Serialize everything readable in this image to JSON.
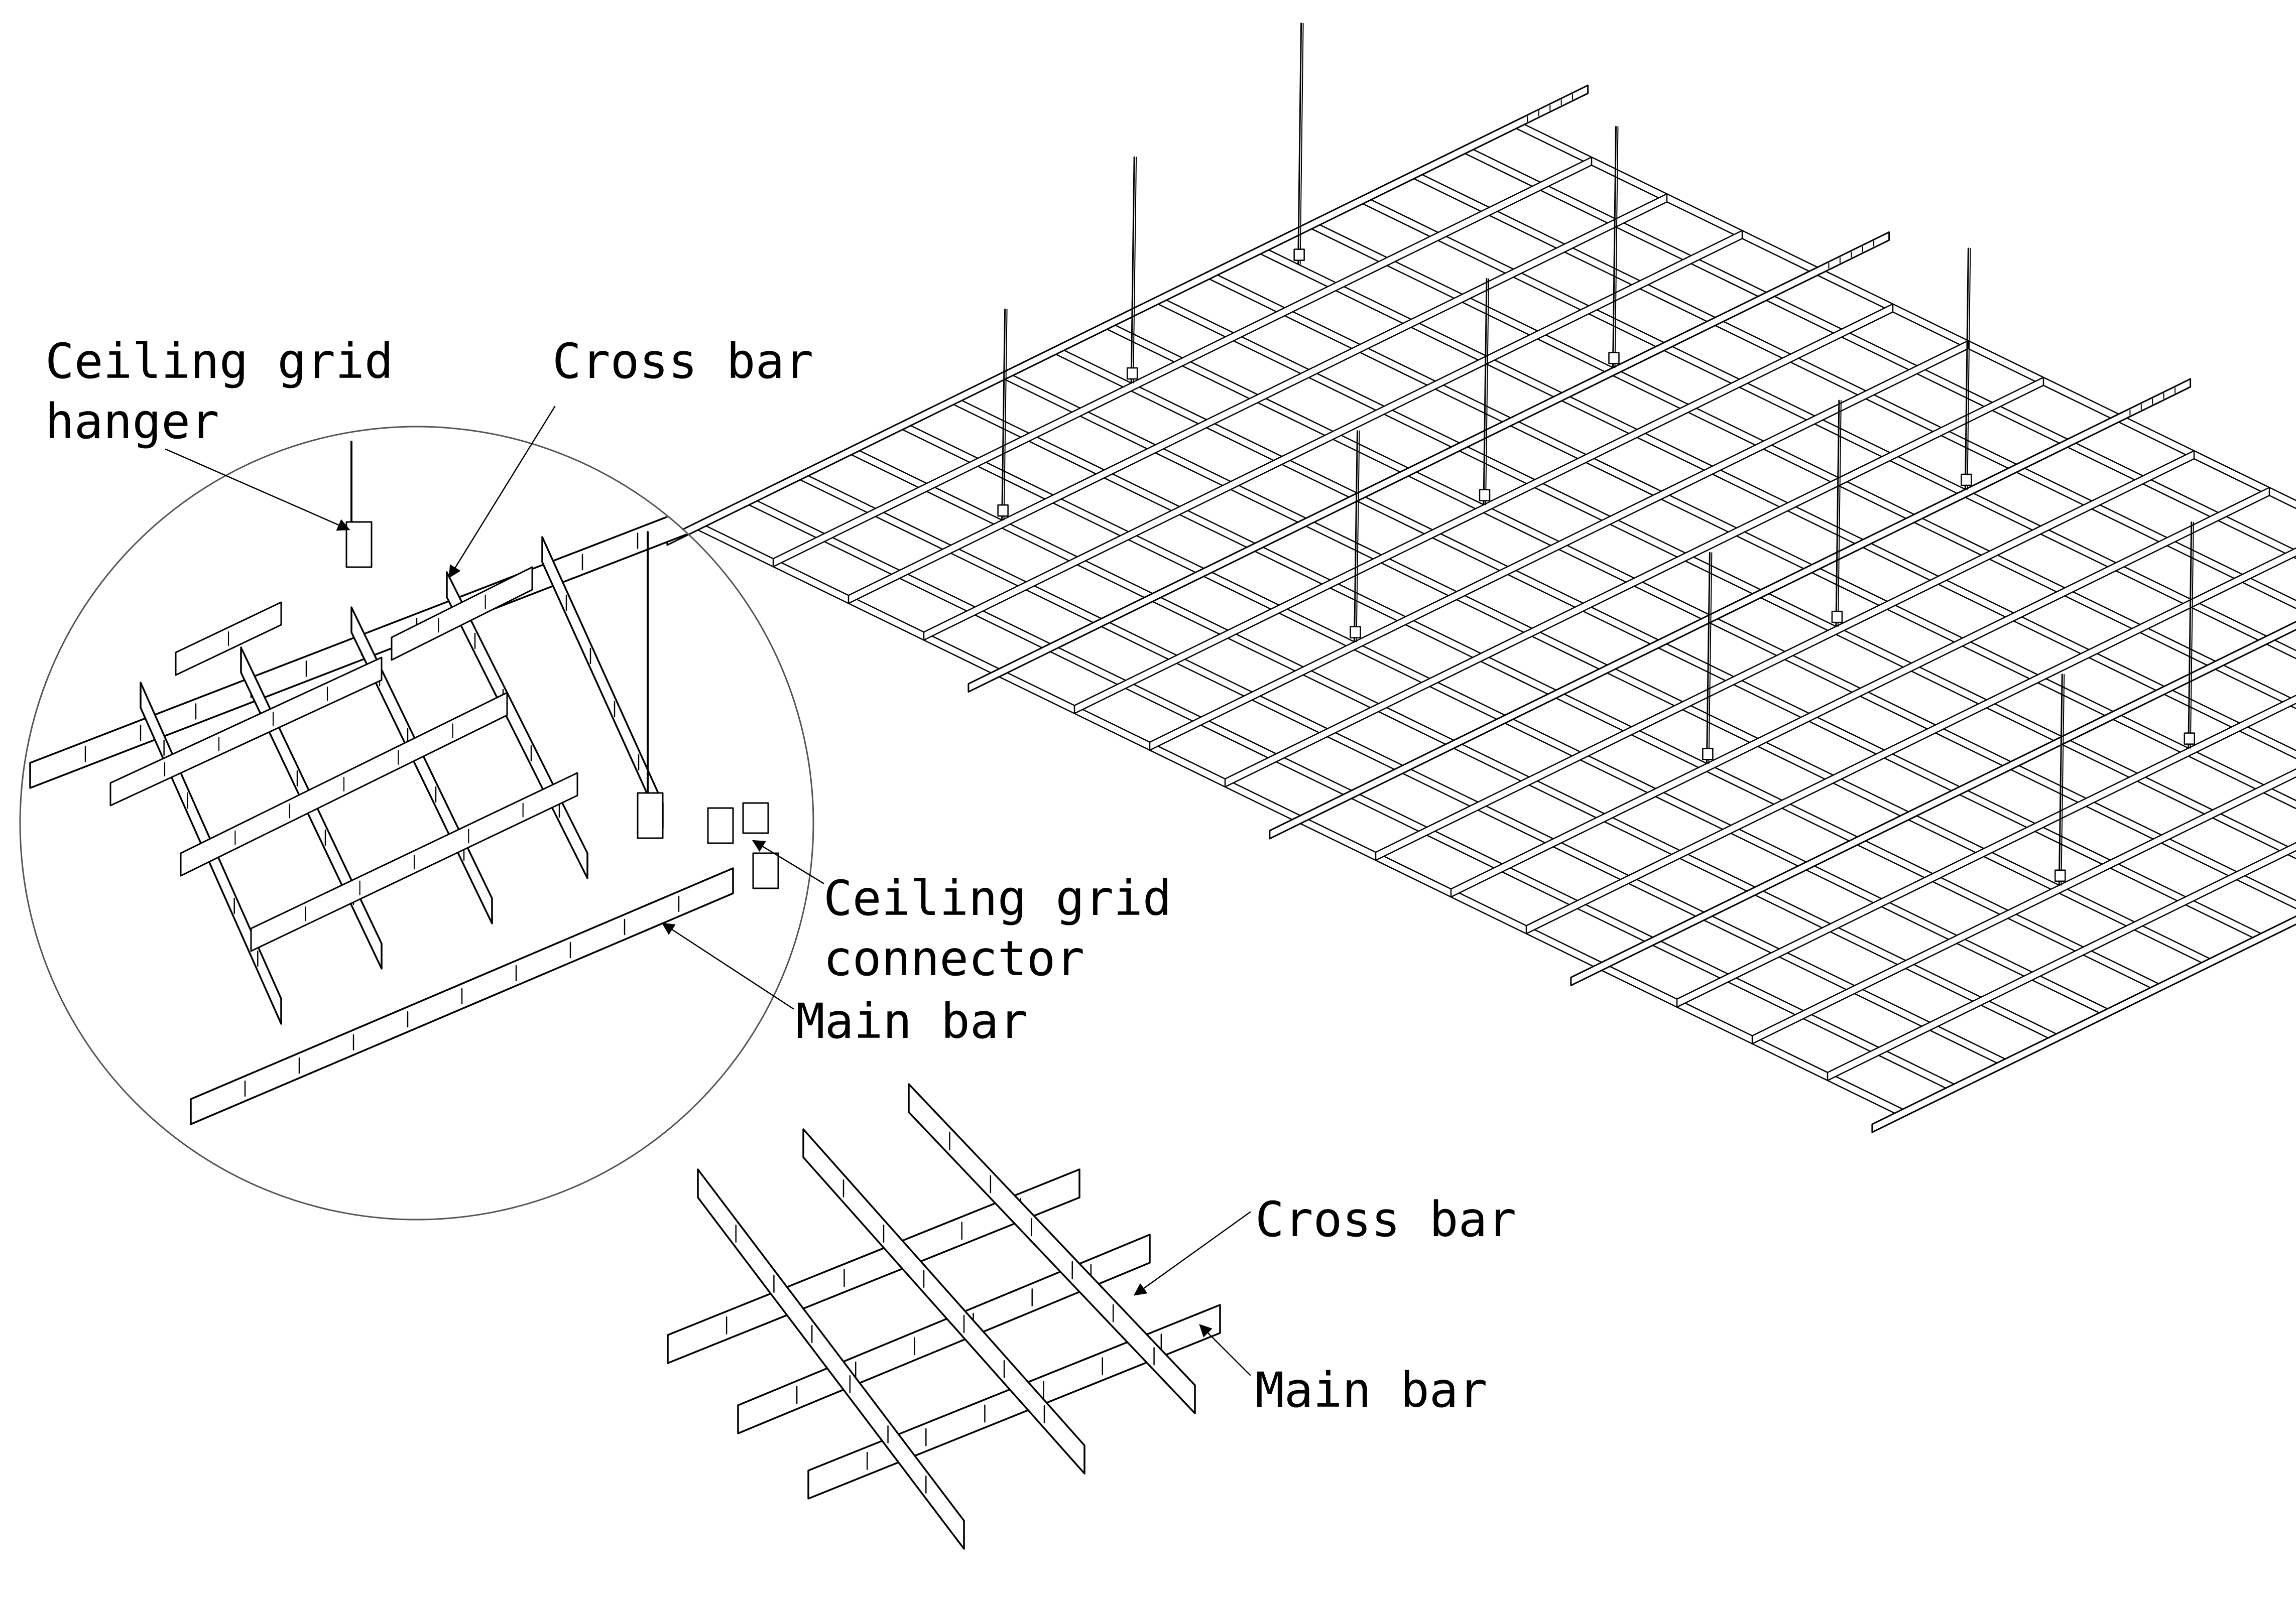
{
  "labels": {
    "detail_hanger": "Ceiling grid\nhanger",
    "detail_cross_bar": "Cross bar",
    "detail_connector": "Ceiling grid\nconnector",
    "detail_main_bar": "Main bar",
    "small_cross_bar": "Cross bar",
    "small_main_bar": "Main bar"
  },
  "colors": {
    "line": "#000000",
    "background": "#ffffff",
    "circle": "#555555"
  }
}
